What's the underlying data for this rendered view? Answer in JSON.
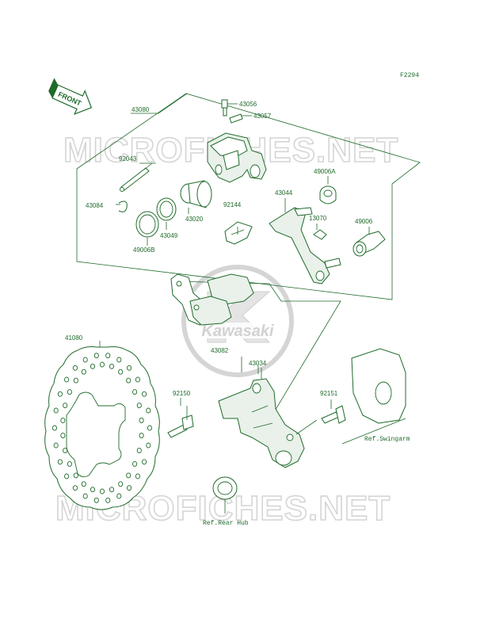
{
  "diagram_code": "F2294",
  "front_arrow_label": "FRONT",
  "watermark_text": "MICROFICHES.NET",
  "logo_text": "Kawasaki",
  "colors": {
    "line": "#1f6b2a",
    "watermark": "#d5d5d5"
  },
  "parts": {
    "p43080": "43080",
    "p43056": "43056",
    "p43057": "43057",
    "p92043": "92043",
    "p43084": "43084",
    "p43020": "43020",
    "p43049": "43049",
    "p49006B": "49006B",
    "p92144": "92144",
    "p43044": "43044",
    "p49006A": "49006A",
    "p13070": "13070",
    "p49006": "49006",
    "p43082": "43082",
    "p41080": "41080",
    "p43034": "43034",
    "p92150": "92150",
    "p92151": "92151"
  },
  "references": {
    "swingarm": "Ref.Swingarm",
    "rear_hub": "Ref.Rear Hub"
  }
}
